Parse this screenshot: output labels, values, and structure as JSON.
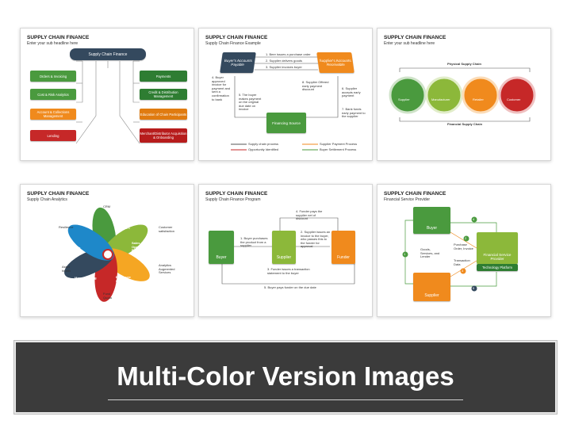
{
  "slides": [
    {
      "title": "SUPPLY CHAIN FINANCE",
      "subtitle": "Enter your sub headline here",
      "center": "Supply Chain Finance",
      "left_items": [
        "Orders & Invoicing",
        "Cost & Risk Analytics",
        "Account & Collections Management",
        "Lending"
      ],
      "right_items": [
        "Payments",
        "Credit & Distribution Management",
        "Education of Chain Participants",
        "Merchant/Distributor Acquisition & Onboarding"
      ]
    },
    {
      "title": "SUPPLY CHAIN FINANCE",
      "subtitle": "Supply Chain Finance Example",
      "buyer": "Buyer's Accounts Payable",
      "supplier": "Supplier's Accounts Receivable",
      "source": "Financing Source",
      "steps": [
        "1. Beer issues a purchase order",
        "2. Supplier delivers goods",
        "3. Supplier invoices buyer",
        "4. Buyer approved invoice for payment and sent a confirmation to bank",
        "5. The buyer makes payment on the original due date on invoice",
        "6. Supplier accepts early payment",
        "7. Bank funds early payment to the supplier",
        "8. Supplier Offered early payment discount"
      ],
      "legend": [
        "Supply chain process",
        "Supplier Payment Process",
        "Opportunity Identified",
        "Buyer Settlement Process"
      ]
    },
    {
      "title": "SUPPLY CHAIN FINANCE",
      "subtitle": "Enter your sub headline here",
      "top_label": "Physical Supply Chain",
      "bottom_label": "Financial Supply Chain",
      "nodes": [
        "Supplier",
        "Manufacturer",
        "Retailer",
        "Customer"
      ]
    },
    {
      "title": "SUPPLY CHAIN FINANCE",
      "subtitle": "Supply Chain Analytics",
      "petals": [
        "Logistics",
        "Finance",
        "Sales & Operations Planning",
        "Employee Resource",
        "Manufacturing",
        "Smart Tech"
      ],
      "finance_items": "• Demand Forecasting • Tax • Invoicing • Cash Transfers",
      "side_labels": [
        "CRM",
        "Resilience",
        "Customer satisfaction",
        "Analytics Augmented Services",
        "Asset health",
        "Fund Quota"
      ]
    },
    {
      "title": "SUPPLY CHAIN FINANCE",
      "subtitle": "Supply Chain Finance Program",
      "nodes": [
        "Buyer",
        "Supplier",
        "Funder"
      ],
      "steps": [
        "1. Buyer purchases the product from a supplier",
        "2. Supplier issues an invoice to the buyer, who passes this to the funder for approval",
        "3. Funder issues a transaction statement to the buyer",
        "4. Funder pays the supplier net of discount",
        "5. Buyer pays funder on the due date"
      ]
    },
    {
      "title": "SUPPLY CHAIN FINANCE",
      "subtitle": "Financial Service Provider",
      "nodes": [
        "Buyer",
        "Supplier",
        "Financial Service Provider",
        "Technology Platform"
      ],
      "labels": [
        "Goods, Services, and Lender",
        "Purchase Order, Invoice",
        "Transaction Data"
      ],
      "badges": [
        "1",
        "2",
        "3",
        "4",
        "5"
      ]
    }
  ],
  "banner": {
    "text": "Multi-Color Version Images"
  },
  "colors": {
    "green": "#4a9a3e",
    "orange": "#f08a1d",
    "red": "#c62828",
    "navy": "#34495e",
    "banner": "#3b3b3b"
  }
}
